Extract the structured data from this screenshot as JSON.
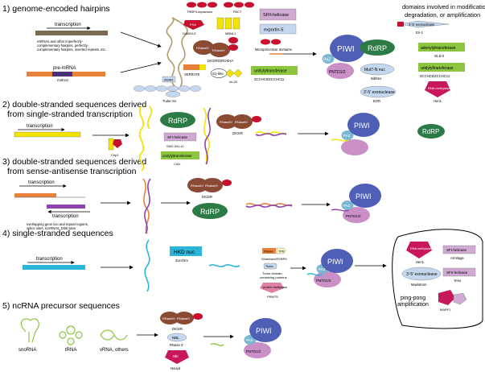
{
  "sections": [
    {
      "title": "1) genome-encoded hairpins"
    },
    {
      "title": "2) double-stranded sequences derived",
      "title2": "from single-stranded transcription"
    },
    {
      "title": "3) double-stranded sequences derived",
      "title2": "from sense-antisense transcription"
    },
    {
      "title": "4) single-stranded sequences"
    },
    {
      "title": "5) ncRNA precursor sequences"
    }
  ],
  "right_header": [
    "domains involved in modification,",
    "degradation, or amplification"
  ],
  "labels": {
    "transcription": "transcription",
    "mirna_note": [
      "miRNAs and other imperfectly-",
      "complementary hairpins, perfectly-",
      "complementary hairpins, inverted repeats, etc."
    ],
    "pre_mrna": "pre-mRNA",
    "mirtron": "mirtron",
    "adar": "ADAR",
    "tudor_sn": "Tudor-Sn",
    "serrate": "SERRATE",
    "drosha_dcl": "DICER/DROSHA",
    "trbp": "TRBP/Loquacious",
    "pact": "PACT",
    "dawdle": "DAWDLE",
    "fha": "FHA",
    "mbnl": "MBNL1",
    "sf2_helicase": "SFII-helicase",
    "exportin": "exportin-5",
    "microprocessor": "Microprocessor domains",
    "s1_like": "S1-like",
    "lin28": "lin-28",
    "uridylyl": "uridylyltransferase",
    "zcchc": "ZCCHC6/ZCCHC11",
    "rnaseiii": "RNaseIII",
    "dsrbd": "dsRBD",
    "piwi": "PIWI",
    "paz": "PAZ",
    "pntd": "PNTD1/2",
    "rdrp": "RdRP",
    "dicer": "DICER",
    "sad_sh": "SAD-3/H-11",
    "cid1": "Cid1",
    "sfi_helicase": "SFI-helicase",
    "exo_35": "3'-5' exonuclease",
    "eri1": "Eri-1",
    "mut7": "Mut7-N nuc",
    "nibbler": "Nibbler",
    "adenylyl": "adenylyltransferase",
    "gld2": "GLD-2",
    "zcchc_b": "ZCCHC6/ZCCHC11",
    "egr": "EGR",
    "rna_methylase": "RNA methylase",
    "hen1": "Hen1",
    "chp": "Chp1",
    "overlap_note": [
      "overlapping gene loci and repeat regions,",
      "splice sites, scnRNAs, DSB sites"
    ],
    "hkd": "HKD nuc",
    "zucchini": "Zucchini",
    "rnase": "RNase",
    "tpr": "TPR",
    "shutdown": "Shutdown/FKBP6",
    "tudor": "Tudor",
    "tudor_prot": [
      "Tudor domain-",
      "containing proteins"
    ],
    "protein_methylase": "protein methylase",
    "prmt5": "PRMT5",
    "armitage": "Armitage",
    "yeso": "Yeso",
    "maelstrom": "Maelstrom",
    "mael": "Maelstrom",
    "gtsf": "MARF1",
    "pingpong": [
      "ping-pong",
      "amplification"
    ],
    "snorna": "snoRNA",
    "trna": "tRNA",
    "vrna": "vRNA, others",
    "nbl": "NBL",
    "rnasez": "RNase Z",
    "nbr": "Nbr",
    "nouvid": "Nouvd"
  },
  "colors": {
    "piwi": "#4e5fb5",
    "paz": "#79b7d3",
    "pntd": "#c98fc6",
    "rdrp": "#2c7a45",
    "rnaseiii": "#8b4a34",
    "dsrbd": "#c8102e",
    "green_box": "#8cc63f",
    "lilac_box": "#cfaad2",
    "orange": "#e8823a",
    "yellow": "#f2e300",
    "cyan": "#2bb5d8"
  }
}
